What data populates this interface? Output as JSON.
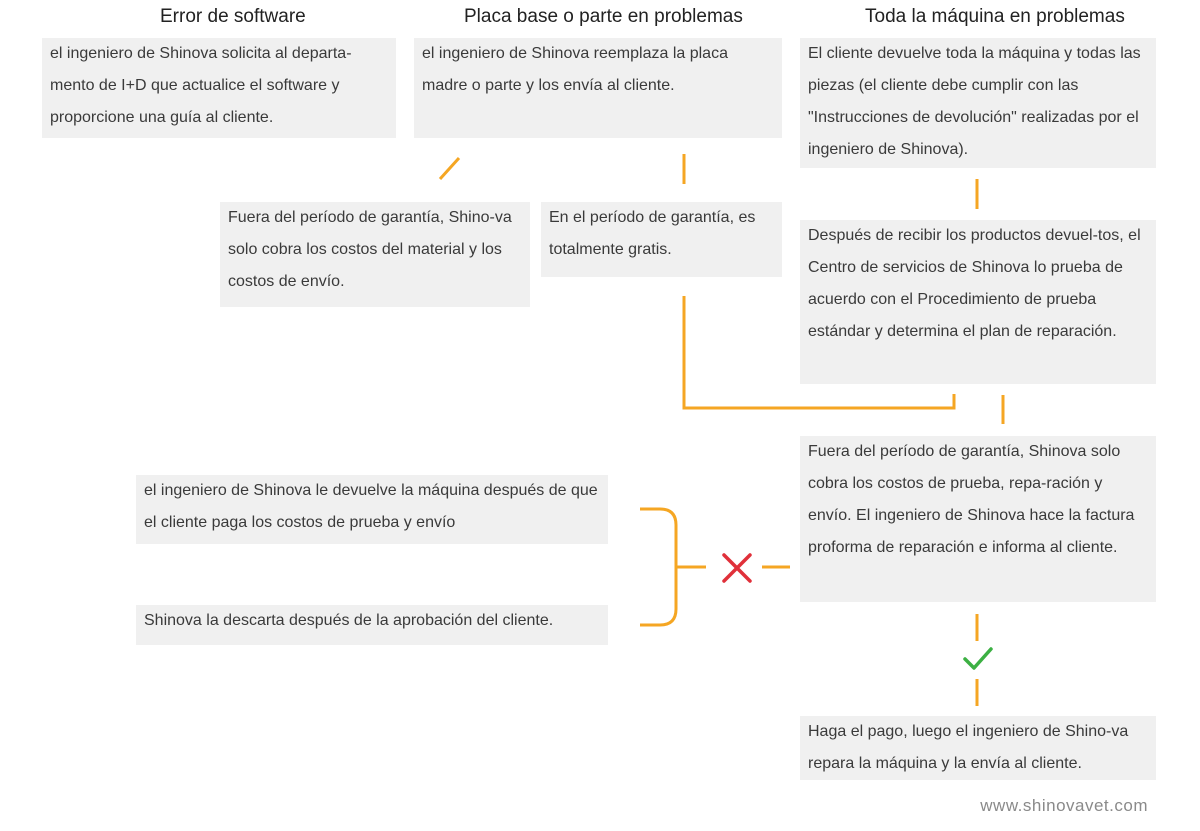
{
  "headings": {
    "software": "Error de software",
    "board": "Placa base o parte en problemas",
    "machine": "Toda la máquina en problemas"
  },
  "boxes": {
    "software_action": "el ingeniero de Shinova solicita al departa-mento de I+D que actualice el software y proporcione una guía al cliente.",
    "board_action": "el ingeniero de Shinova reemplaza la placa madre o parte y los envía al cliente.",
    "machine_action": "El cliente devuelve toda la máquina y todas las piezas (el cliente debe cumplir con las \"Instrucciones de devolución\" realizadas por el ingeniero de Shinova).",
    "out_of_warranty_material": "Fuera del período de garantía, Shino-va solo cobra los costos del material y los costos de envío.",
    "in_warranty_free": "En el período de garantía, es totalmente gratis.",
    "service_center_test": "Después de recibir los productos devuel-tos, el Centro de servicios de Shinova lo prueba de acuerdo con el Procedimiento de prueba estándar y determina el plan de reparación.",
    "out_of_warranty_repair": "Fuera del período de garantía, Shinova solo cobra los costos de prueba, repa-ración y envío. El ingeniero de Shinova hace la factura proforma de reparación e informa al cliente.",
    "return_after_payment": "el ingeniero de Shinova le devuelve la máquina después de que el cliente paga los costos de prueba y envío",
    "discard": "Shinova la descarta después de la aprobación del cliente.",
    "pay_and_repair": "Haga el pago, luego el ingeniero de Shino-va repara la máquina y la envía al cliente."
  },
  "colors": {
    "connector": "#f5a623",
    "reject_mark": "#e0303a",
    "accept_mark": "#3cb043",
    "box_background": "#f0f0f0"
  },
  "icons": {
    "reject": "cross-icon",
    "accept": "checkmark-icon"
  },
  "footer": "www.shinovavet.com"
}
